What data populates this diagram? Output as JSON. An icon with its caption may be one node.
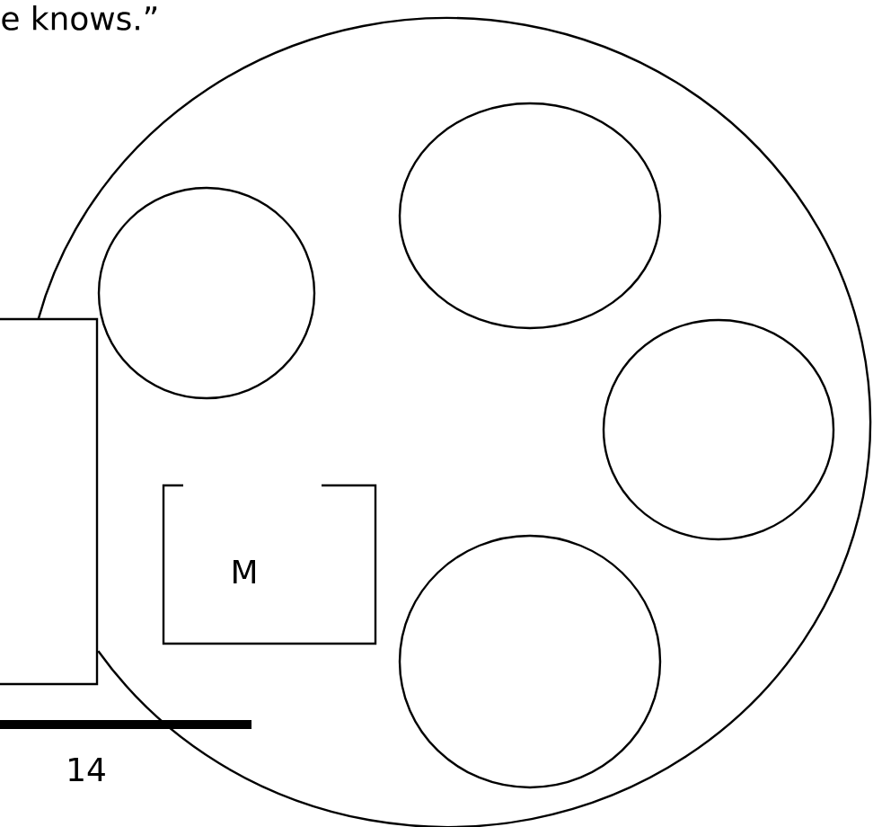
{
  "diagram": {
    "nodes": [
      {
        "text": [],
        "shape": "circle"
      },
      {
        "text": [],
        "shape": "circle",
        "in": 0
      },
      {
        "text": [],
        "shape": "circle",
        "in": 0
      },
      {
        "text": [],
        "shape": "circle",
        "in": 0
      },
      {
        "text": [],
        "shape": "circle",
        "in": 0
      },
      {
        "text": [],
        "shape": "box"
      },
      {
        "text": [
          "M"
        ],
        "in": 0
      }
    ],
    "labels": [
      "e knows.”",
      "14"
    ]
  }
}
